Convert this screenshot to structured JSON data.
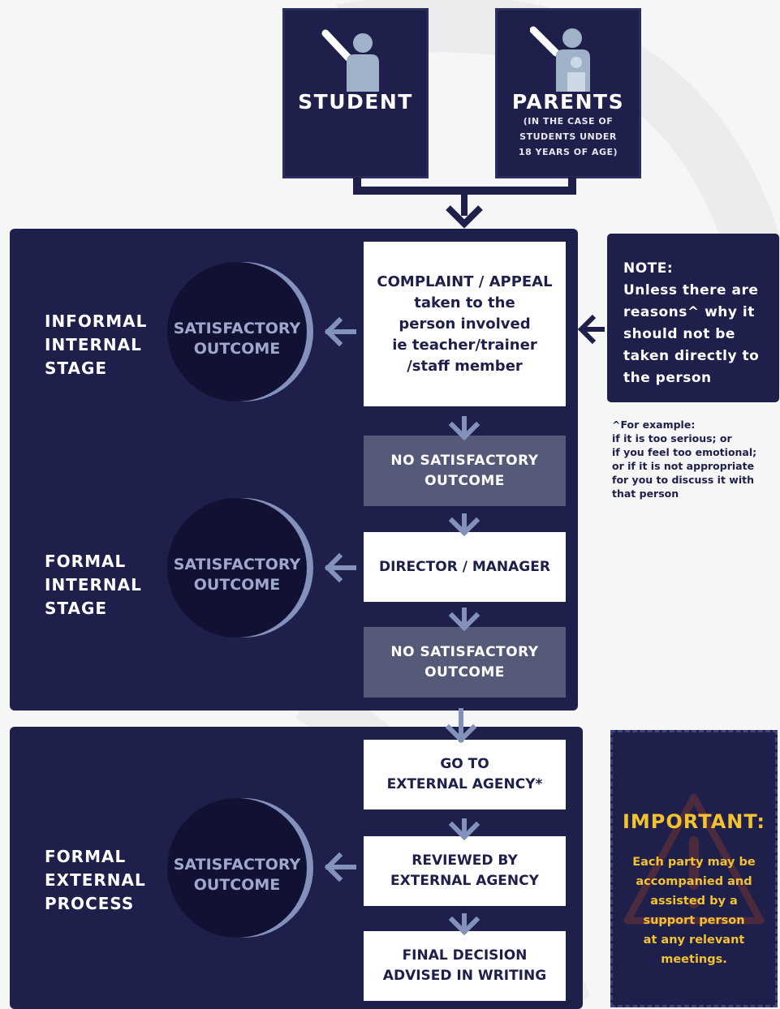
{
  "top": {
    "student_label": "STUDENT",
    "parents_label": "PARENTS",
    "parents_sub": [
      "(IN THE CASE OF",
      "STUDENTS UNDER",
      "18 YEARS OF AGE)"
    ]
  },
  "stages": {
    "informal": [
      "INFORMAL",
      "INTERNAL",
      "STAGE"
    ],
    "formal_internal": [
      "FORMAL",
      "INTERNAL",
      "STAGE"
    ],
    "formal_external": [
      "FORMAL",
      "EXTERNAL",
      "PROCESS"
    ]
  },
  "satisfactory": [
    "SATISFACTORY",
    "OUTCOME"
  ],
  "steps": {
    "complaint": [
      "COMPLAINT / APPEAL",
      "taken to the",
      "person involved",
      "ie teacher/trainer",
      "/staff member"
    ],
    "no_satisfactory": [
      "NO SATISFACTORY",
      "OUTCOME"
    ],
    "director": "DIRECTOR / MANAGER",
    "go_external": [
      "GO TO",
      "EXTERNAL AGENCY*"
    ],
    "reviewed": [
      "REVIEWED BY",
      "EXTERNAL AGENCY"
    ],
    "final": [
      "FINAL DECISION",
      "ADVISED IN WRITING"
    ]
  },
  "note": {
    "title": "NOTE:",
    "lines": [
      "Unless there are",
      "reasons^ why it",
      "should not be",
      "taken directly to",
      "the person"
    ]
  },
  "footnote": [
    "^For example:",
    "if it is too serious; or",
    "if you feel too emotional;",
    "or  if it is not appropriate",
    "for you to discuss it with",
    "that person"
  ],
  "important": {
    "title": "IMPORTANT:",
    "lines": [
      "Each party may be",
      "accompanied and",
      "assisted by a",
      "support person",
      "at any relevant",
      "meetings."
    ]
  },
  "colors": {
    "navy": "#1e1f4b",
    "arrow_blue": "#8392bd",
    "grey_box": "#555a78",
    "important_yellow": "#f2c230"
  },
  "icons": [
    "raised-hand-person-icon",
    "parent-with-child-icon",
    "warning-triangle-icon"
  ]
}
